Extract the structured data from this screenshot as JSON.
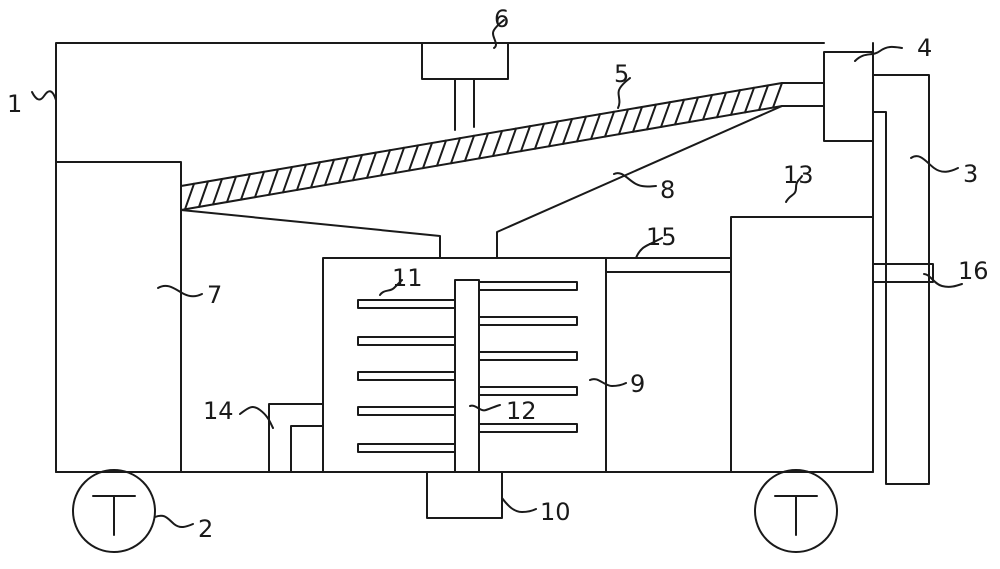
{
  "labels": {
    "l1": "1",
    "l2": "2",
    "l3": "3",
    "l4": "4",
    "l5": "5",
    "l6": "6",
    "l7": "7",
    "l8": "8",
    "l9": "9",
    "l10": "10",
    "l11": "11",
    "l12": "12",
    "l13": "13",
    "l14": "14",
    "l15": "15",
    "l16": "16"
  },
  "colors": {
    "line": "#1a1a1a",
    "background": "#ffffff"
  }
}
